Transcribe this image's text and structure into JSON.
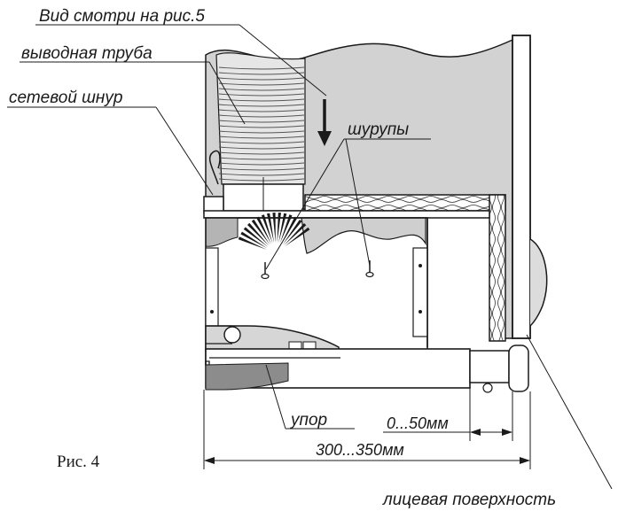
{
  "labels": {
    "view_note": "Вид смотри на рис.5",
    "exhaust_pipe": "выводная труба",
    "power_cord": "сетевой шнур",
    "screws": "шурупы",
    "stop": "упор",
    "gap": "0...50мм",
    "depth": "300...350мм",
    "front_surface": "лицевая поверхность",
    "caption": "Рис. 4"
  },
  "colors": {
    "ink": "#1a1a1a",
    "wall": "#d2d2d2",
    "cabinet": "#c8c8c8",
    "gray_dark": "#8c8c8c",
    "white": "#ffffff"
  }
}
